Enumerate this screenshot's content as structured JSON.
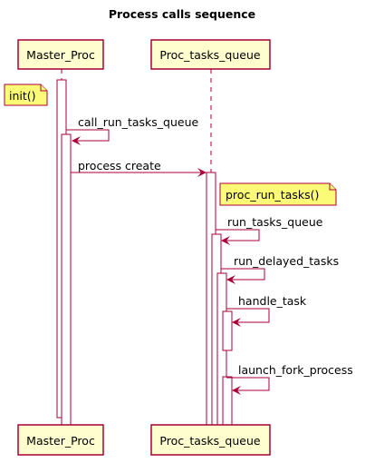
{
  "diagram": {
    "title": "Process calls sequence",
    "participants": [
      {
        "id": "master",
        "label": "Master_Proc"
      },
      {
        "id": "queue",
        "label": "Proc_tasks_queue"
      }
    ],
    "notes": [
      {
        "text": "init()",
        "participant": "master"
      },
      {
        "text": "proc_run_tasks()",
        "participant": "queue"
      }
    ],
    "messages": [
      {
        "text": "call_run_tasks_queue",
        "from": "master",
        "to": "master",
        "self": true
      },
      {
        "text": "process create",
        "from": "master",
        "to": "queue",
        "self": false
      },
      {
        "text": "run_tasks_queue",
        "from": "queue",
        "to": "queue",
        "self": true
      },
      {
        "text": "run_delayed_tasks",
        "from": "queue",
        "to": "queue",
        "self": true
      },
      {
        "text": "handle_task",
        "from": "queue",
        "to": "queue",
        "self": true
      },
      {
        "text": "launch_fork_process",
        "from": "queue",
        "to": "queue",
        "self": true
      }
    ],
    "colors": {
      "participant_fill": "#FEFECE",
      "participant_border": "#A80036",
      "arrow": "#A80036",
      "note_fill": "#FBFB77",
      "note_border": "#A80036",
      "lifeline": "#A80036",
      "activation_fill": "#FFFFFF"
    }
  }
}
